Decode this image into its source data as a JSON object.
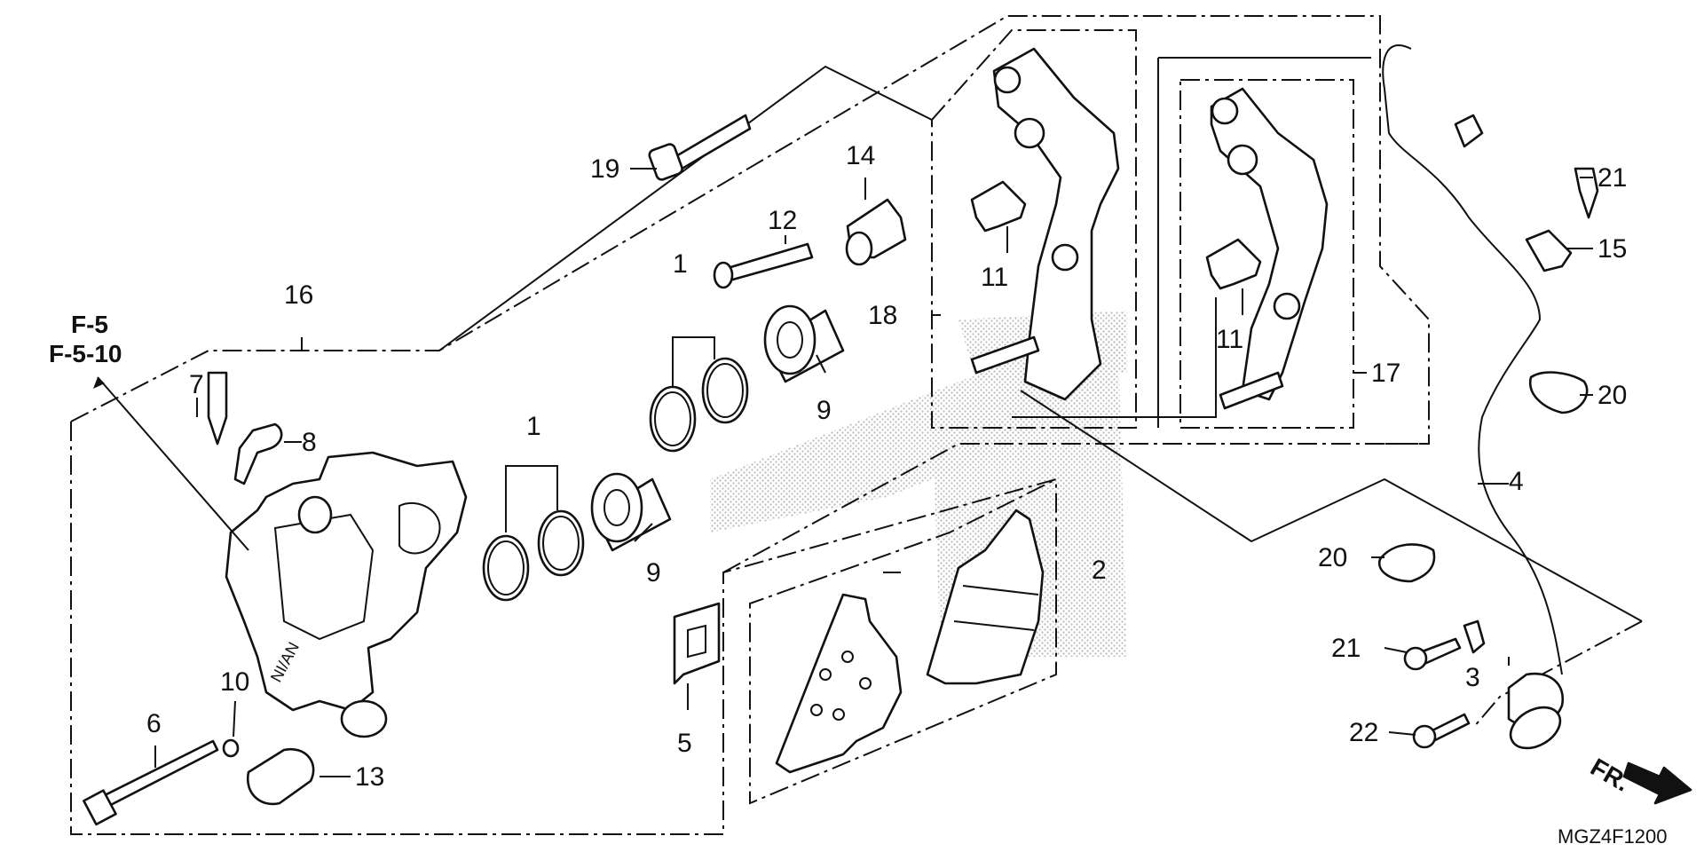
{
  "diagram": {
    "code": "MGZ4F1200",
    "reference": {
      "line1": "F-5",
      "line2": "F-5-10"
    },
    "direction_label": "FR.",
    "watermark_colors": {
      "dots": "#b9b9b9"
    },
    "callouts": {
      "c1a": "1",
      "c1b": "1",
      "c2": "2",
      "c3": "3",
      "c4": "4",
      "c5": "5",
      "c6": "6",
      "c7": "7",
      "c8": "8",
      "c9a": "9",
      "c9b": "9",
      "c10": "10",
      "c11a": "11",
      "c11b": "11",
      "c12": "12",
      "c13": "13",
      "c14": "14",
      "c15": "15",
      "c16": "16",
      "c17": "17",
      "c18": "18",
      "c19": "19",
      "c20a": "20",
      "c20b": "20",
      "c21a": "21",
      "c21b": "21",
      "c22": "22"
    }
  }
}
